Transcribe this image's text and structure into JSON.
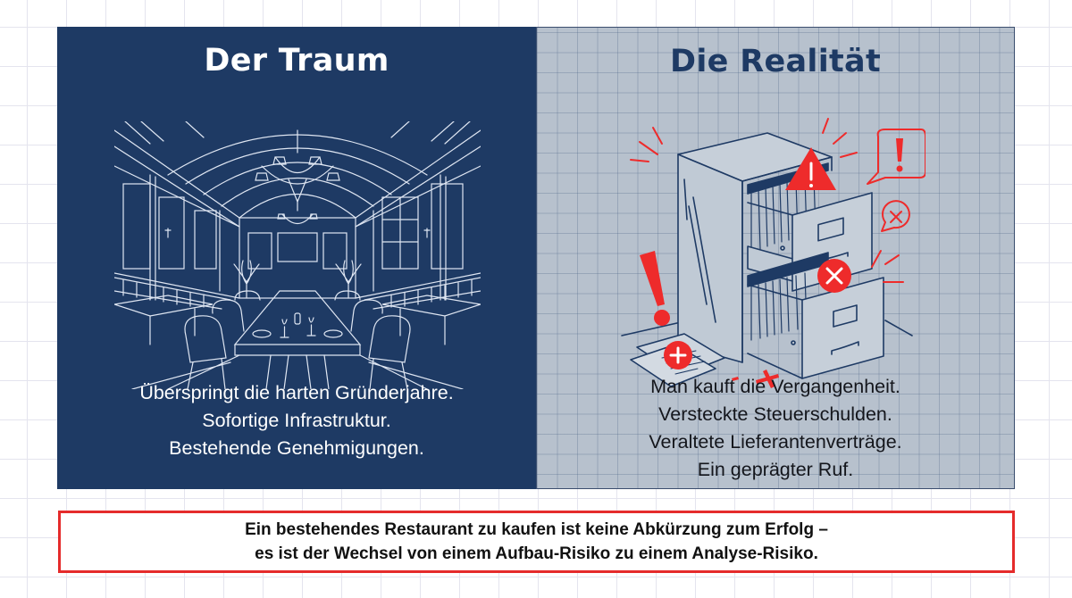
{
  "left_panel": {
    "title": "Der Traum",
    "illustration": "restaurant-dining-room-line-drawing",
    "lines": [
      "Überspringt die harten Gründerjahre.",
      "Sofortige Infrastruktur.",
      "Bestehende Genehmigungen."
    ],
    "colors": {
      "background": "#1e3a64",
      "text": "#ffffff",
      "line_art": "#dfe6f2"
    }
  },
  "right_panel": {
    "title": "Die Realität",
    "illustration": "overflowing-filing-cabinet-with-warnings",
    "lines": [
      "Man kauft die Vergangenheit.",
      "Versteckte Steuerschulden.",
      "Veraltete Lieferantenverträge.",
      "Ein geprägter Ruf."
    ],
    "colors": {
      "background": "#b7c1cd",
      "title": "#1e3a64",
      "text": "#14161c",
      "line_art": "#1e3a64",
      "warning": "#ee2b2b"
    }
  },
  "callout": {
    "lines": [
      "Ein bestehendes Restaurant zu kaufen ist keine Abkürzung zum Erfolg –",
      "es ist der Wechsel von einem Aufbau-Risiko zu einem Analyse-Risiko."
    ],
    "colors": {
      "border": "#e52b2b",
      "text": "#111111"
    }
  }
}
